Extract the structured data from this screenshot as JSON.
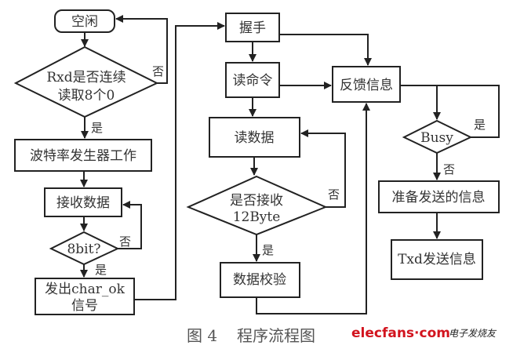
{
  "nodes": {
    "idle": "空闲",
    "rxd_check_1": "Rxd是否连续",
    "rxd_check_2": "读取8个0",
    "baud_gen": "波特率发生器工作",
    "receive_data": "接收数据",
    "bit_check": "8bit?",
    "char_ok_1": "发出char_ok",
    "char_ok_2": "信号",
    "handshake": "握手",
    "read_cmd": "读命令",
    "read_data": "读数据",
    "byte_check_1": "是否接收",
    "byte_check_2": "12Byte",
    "verify": "数据校验",
    "feedback": "反馈信息",
    "busy": "Busy",
    "prepare": "准备发送的信息",
    "txd": "Txd发送信息"
  },
  "labels": {
    "yes": "是",
    "no": "否"
  },
  "caption": {
    "figure": "图 4",
    "title": "程序流程图"
  },
  "watermark": {
    "brand": "elecfans·com",
    "brand_cn": "电子发烧友"
  }
}
